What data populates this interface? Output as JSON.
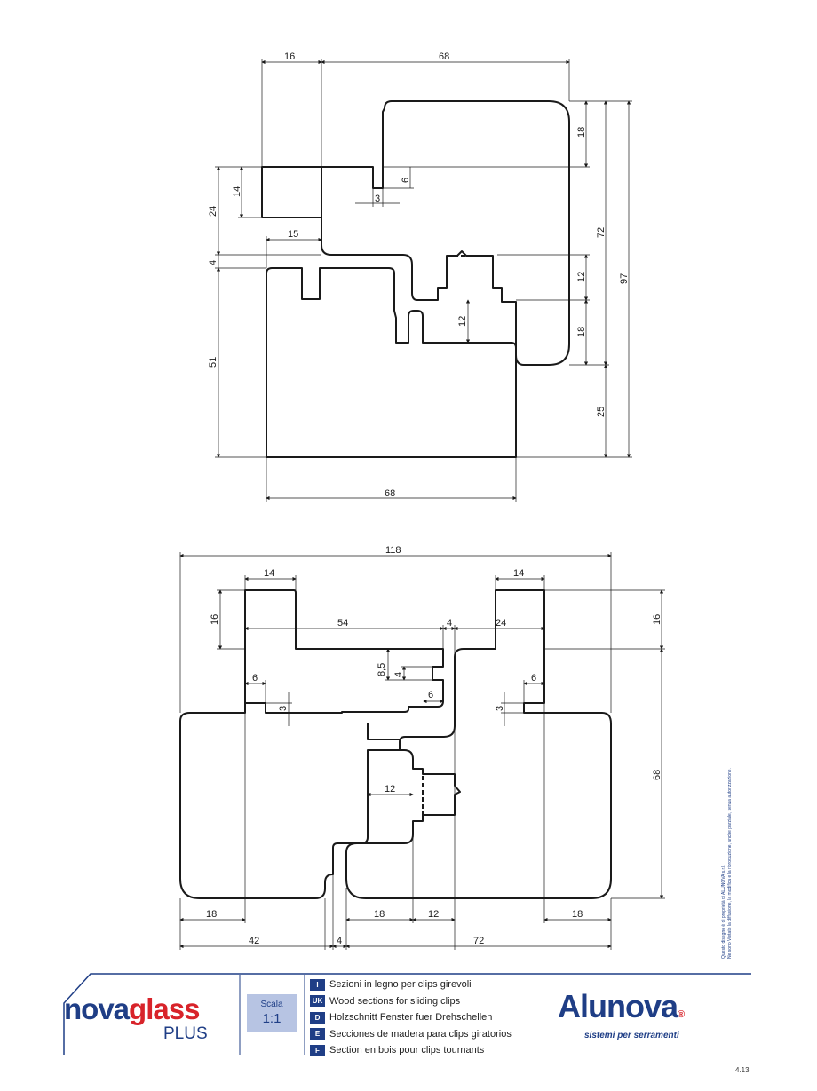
{
  "top_section": {
    "dims": {
      "top_a": "16",
      "top_b": "68",
      "right_18a": "18",
      "right_72": "72",
      "right_97": "97",
      "right_12": "12",
      "right_18b": "18",
      "right_25": "25",
      "left_24": "24",
      "left_14": "14",
      "left_4": "4",
      "left_51": "51",
      "inner_15": "15",
      "inner_6": "6",
      "inner_3": "3",
      "inner_12": "12",
      "bottom_68": "68"
    }
  },
  "bottom_section": {
    "dims": {
      "top_118": "118",
      "left_14": "14",
      "right_14": "14",
      "left_16": "16",
      "right_16": "16",
      "mid_54": "54",
      "mid_4": "4",
      "mid_24": "24",
      "inner_85": "8,5",
      "inner_4": "4",
      "inner_6r": "6",
      "left_6": "6",
      "left_3": "3",
      "right_6": "6",
      "right_3": "3",
      "right_68": "68",
      "inner_12": "12",
      "b_18a": "18",
      "b_18b": "18",
      "b_12": "12",
      "b_18c": "18",
      "b_42": "42",
      "b_4": "4",
      "b_72": "72"
    }
  },
  "footer": {
    "brand_left": "novaglass",
    "brand_left_a": "nova",
    "brand_left_b": "glass",
    "brand_left_plus": "PLUS",
    "scale_label": "Scala",
    "scale_value": "1:1",
    "languages": [
      {
        "code": "I",
        "text": "Sezioni in legno per clips girevoli"
      },
      {
        "code": "UK",
        "text": "Wood sections for sliding clips"
      },
      {
        "code": "D",
        "text": "Holzschnitt Fenster fuer Drehschellen"
      },
      {
        "code": "E",
        "text": "Secciones de madera para clips giratorios"
      },
      {
        "code": "F",
        "text": "Section en bois pour clips tournants"
      }
    ],
    "brand_right": "Alunova",
    "brand_right_tag": "sistemi per serramenti",
    "reg_mark": "®",
    "page_number": "4.13",
    "legal_1": "Questo disegno è di proprietà di ALUNOVA s.r.l.",
    "legal_2": "Ne sono Vietate la diffusione, la modifica e la riproduzione, anche parziale, senza autorizzazione."
  },
  "colors": {
    "brand_blue": "#1f3e86",
    "brand_red": "#d8232a",
    "scale_bg": "#b7c4e3"
  }
}
